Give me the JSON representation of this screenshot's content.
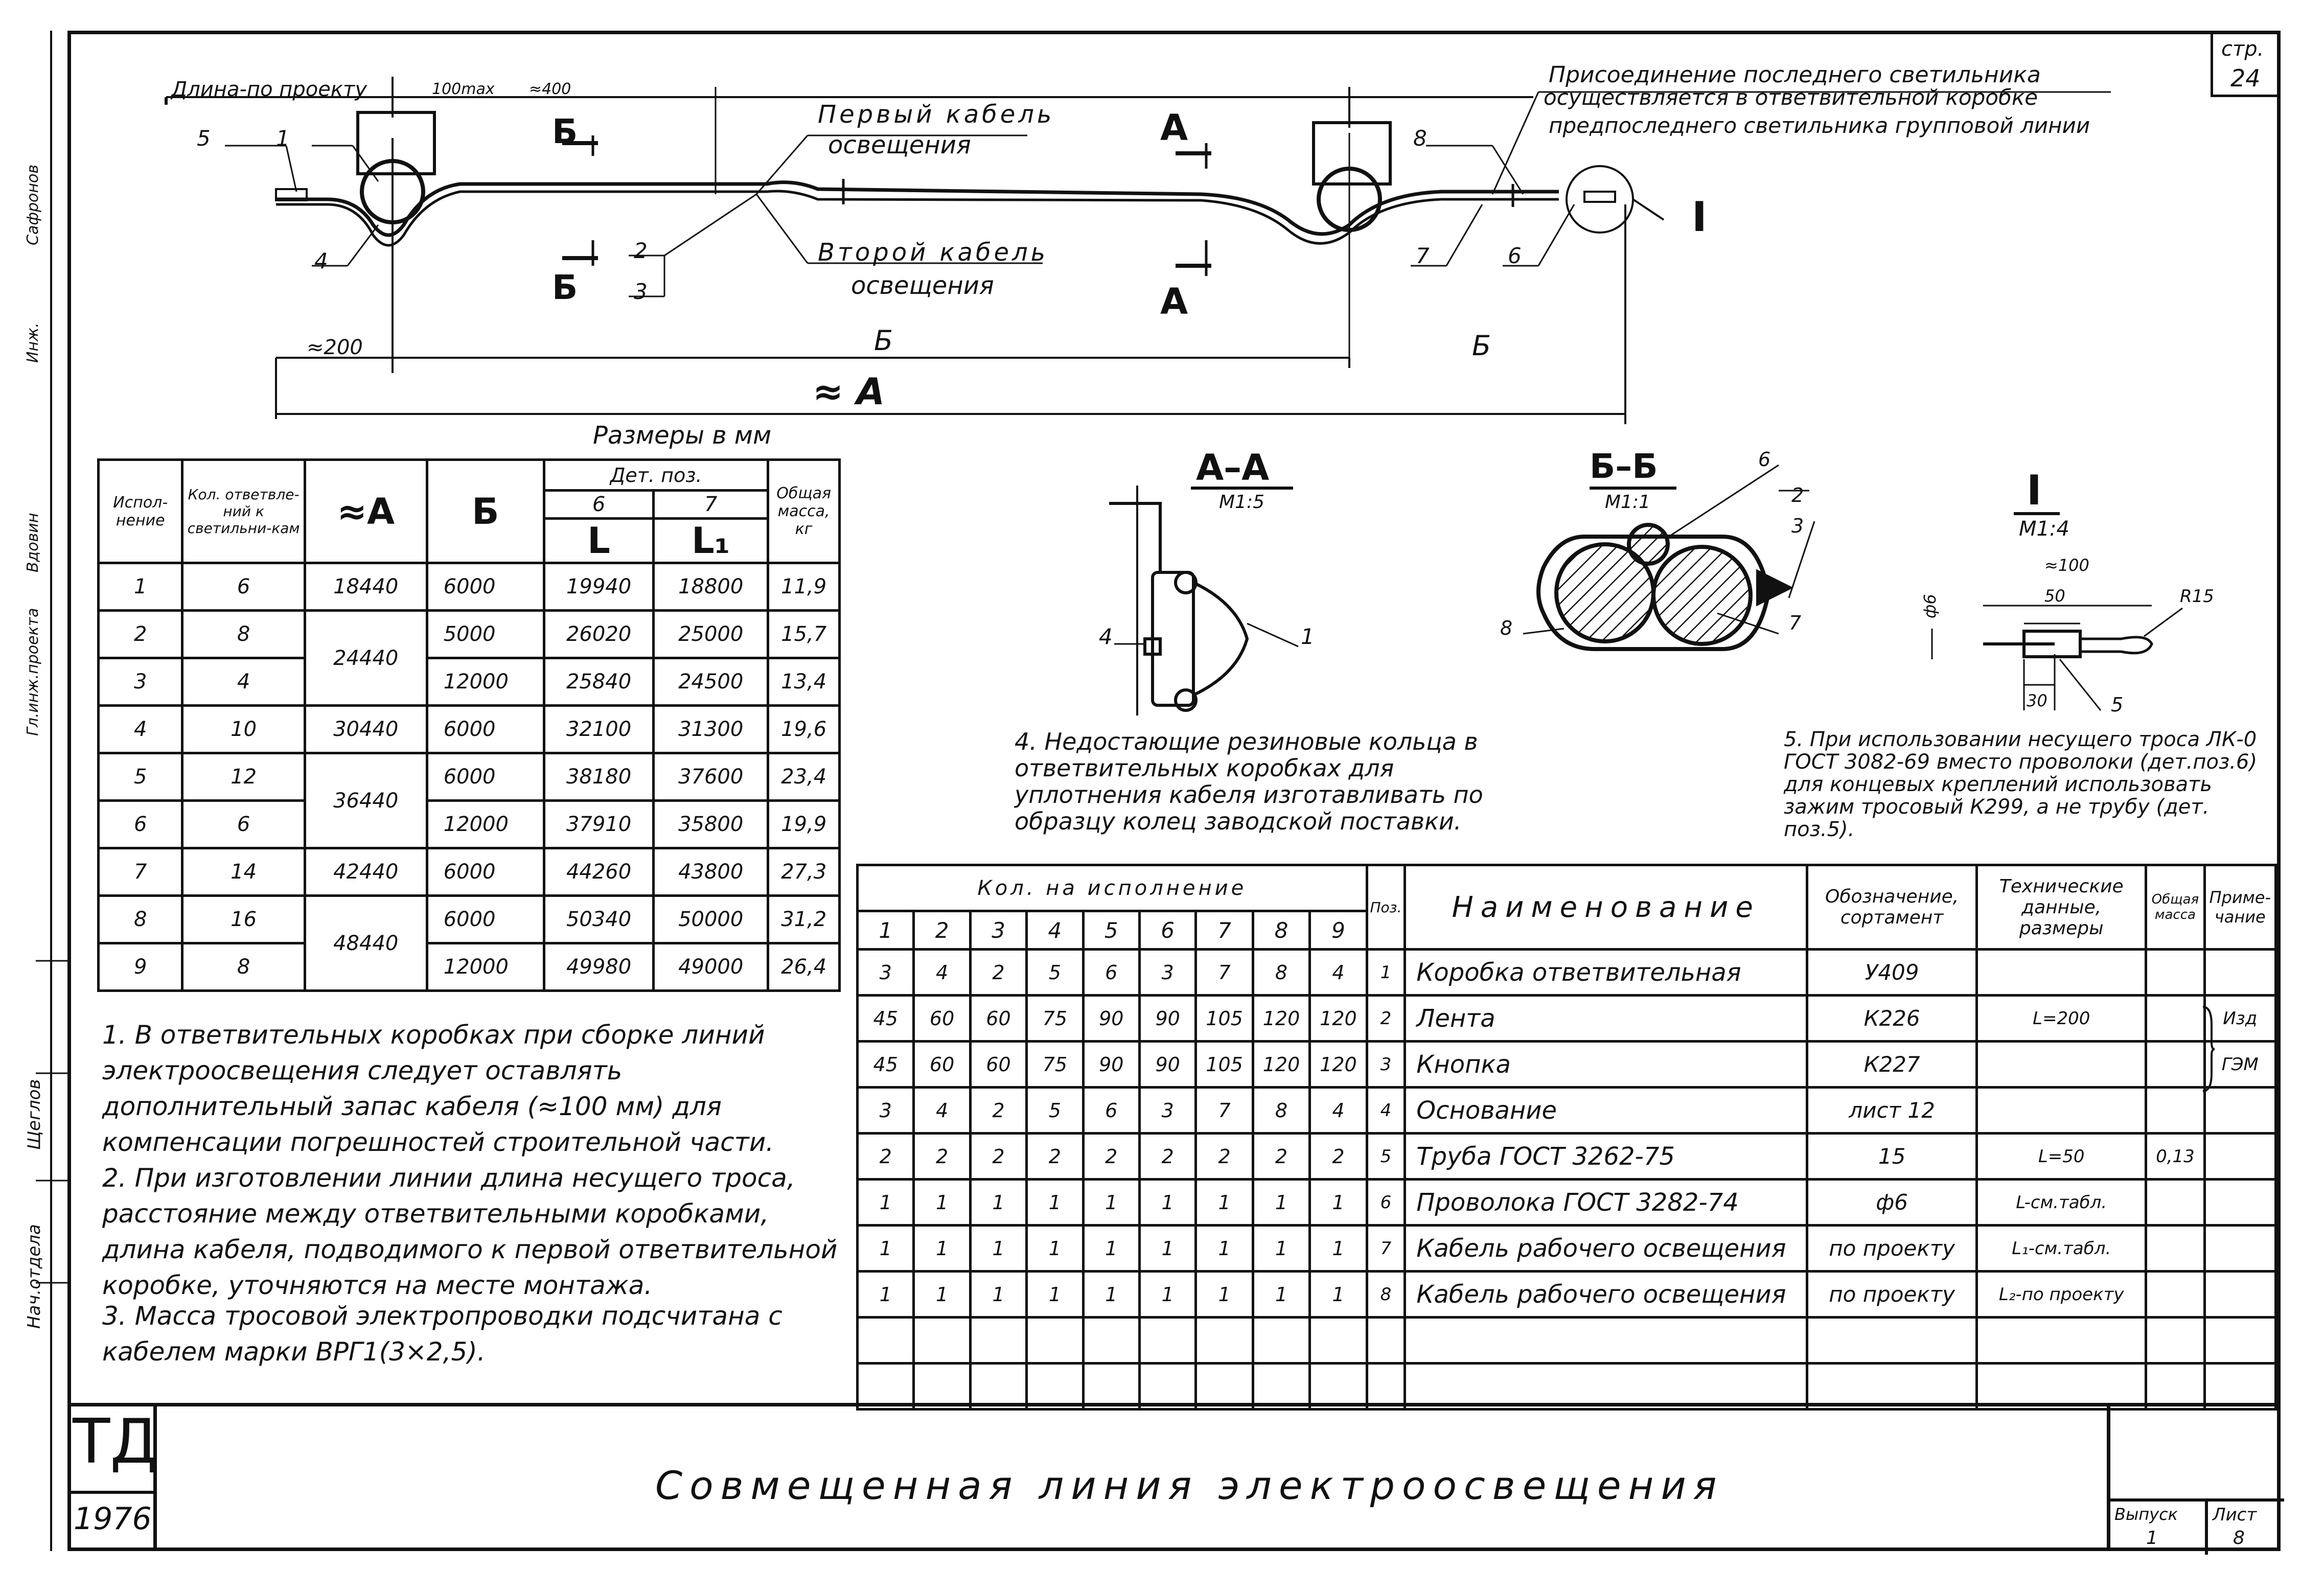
{
  "sheet": {
    "page_label": "стр.",
    "page_number": "24",
    "title": "Совмещенная линия электроосвещения",
    "series": "ТД",
    "year": "1976",
    "issue_label": "Выпуск",
    "issue_value": "1",
    "sheet_label": "Лист",
    "sheet_value": "8",
    "stamp_fields": [
      "Нач.отдела",
      "Щеглов",
      "Гл.инж.проекта",
      "Вдовин",
      "Инж.",
      "Сафронов"
    ]
  },
  "plan": {
    "len_by_project": "Длина-по проекту",
    "dim_100max": "100max",
    "dim_400": "≈400",
    "dim_200": "≈200",
    "dim_B": "Б",
    "dim_A": "≈ A",
    "first_cable_1": "Первый кабель",
    "first_cable_2": "освещения",
    "second_cable_1": "Второй кабель",
    "second_cable_2": "освещения",
    "conn_1": "Присоединение последнего светильника",
    "conn_2": "осуществляется в ответвительной коробке",
    "conn_3": "предпоследнего светильника групповой линии",
    "sec_A": "А",
    "sec_B": "Б",
    "node_I": "I",
    "callouts": [
      "5",
      "1",
      "4",
      "2",
      "3",
      "8",
      "7",
      "6"
    ]
  },
  "sections": {
    "AA_title": "А–А",
    "AA_scale": "М1:5",
    "BB_title": "Б–Б",
    "BB_scale": "М1:1",
    "I_title": "I",
    "I_scale": "М1:4",
    "aa_4": "4",
    "aa_1": "1",
    "bb_6": "6",
    "bb_2": "2",
    "bb_3": "3",
    "bb_8": "8",
    "bb_7": "7",
    "i_100": "≈100",
    "i_50": "50",
    "i_r15": "R15",
    "i_phi6": "ф6",
    "i_30": "30",
    "i_5": "5"
  },
  "dims_table": {
    "caption": "Размеры в мм",
    "h_var": "Испол-нение",
    "h_count": "Кол. ответвле-ний к светильни-кам",
    "h_A": "≈A",
    "h_B": "Б",
    "h_parts": "Дет. поз.",
    "h_6": "6",
    "h_7": "7",
    "h_L": "L",
    "h_L1": "L₁",
    "h_mass": "Общая масса, кг",
    "rows": [
      [
        "1",
        "6",
        "18440",
        "6000",
        "19940",
        "18800",
        "11,9"
      ],
      [
        "2",
        "8",
        "24440",
        "5000",
        "26020",
        "25000",
        "15,7"
      ],
      [
        "3",
        "4",
        "",
        "12000",
        "25840",
        "24500",
        "13,4"
      ],
      [
        "4",
        "10",
        "30440",
        "6000",
        "32100",
        "31300",
        "19,6"
      ],
      [
        "5",
        "12",
        "36440",
        "6000",
        "38180",
        "37600",
        "23,4"
      ],
      [
        "6",
        "6",
        "",
        "12000",
        "37910",
        "35800",
        "19,9"
      ],
      [
        "7",
        "14",
        "42440",
        "6000",
        "44260",
        "43800",
        "27,3"
      ],
      [
        "8",
        "16",
        "48440",
        "6000",
        "50340",
        "50000",
        "31,2"
      ],
      [
        "9",
        "8",
        "",
        "12000",
        "49980",
        "49000",
        "26,4"
      ]
    ]
  },
  "notes": {
    "n1": "1. В ответвительных коробках при сборке линий электроосвещения следует оставлять дополнительный запас кабеля (≈100 мм) для компенсации погрешностей строительной части.",
    "n2": "2. При изготовлении линии длина несущего троса, расстояние между ответвительными коробками, длина кабеля, подводимого к первой ответвительной коробке, уточняются на месте монтажа.",
    "n3": "3. Масса тросовой электропроводки подсчитана с кабелем марки ВРГ1(3×2,5).",
    "n4": "4. Недостающие резиновые кольца в ответвительных коробках для уплотнения кабеля изготавливать по образцу колец заводской поставки.",
    "n5": "5. При использовании несущего троса ЛК-0 ГОСТ 3082-69 вместо проволоки (дет.поз.6) для концевых креплений использовать зажим тросовый К299, а не трубу (дет. поз.5)."
  },
  "spec": {
    "h_count": "Кол. на исполнение",
    "h_var_numbers": [
      "1",
      "2",
      "3",
      "4",
      "5",
      "6",
      "7",
      "8",
      "9"
    ],
    "h_pos": "Поз.",
    "h_name": "Наименование",
    "h_desig": "Обозначение, сортамент",
    "h_tech": "Технические данные, размеры",
    "h_mass": "Общая масса",
    "h_note": "Приме-чание",
    "rows": [
      {
        "q": [
          "3",
          "4",
          "2",
          "5",
          "6",
          "3",
          "7",
          "8",
          "4"
        ],
        "pos": "1",
        "name": "Коробка ответвительная",
        "desig": "У409",
        "tech": "",
        "mass": "",
        "note": ""
      },
      {
        "q": [
          "45",
          "60",
          "60",
          "75",
          "90",
          "90",
          "105",
          "120",
          "120"
        ],
        "pos": "2",
        "name": "Лента",
        "desig": "К226",
        "tech": "L=200",
        "mass": "",
        "note": "Изд"
      },
      {
        "q": [
          "45",
          "60",
          "60",
          "75",
          "90",
          "90",
          "105",
          "120",
          "120"
        ],
        "pos": "3",
        "name": "Кнопка",
        "desig": "К227",
        "tech": "",
        "mass": "",
        "note": "ГЭМ"
      },
      {
        "q": [
          "3",
          "4",
          "2",
          "5",
          "6",
          "3",
          "7",
          "8",
          "4"
        ],
        "pos": "4",
        "name": "Основание",
        "desig": "лист 12",
        "tech": "",
        "mass": "",
        "note": ""
      },
      {
        "q": [
          "2",
          "2",
          "2",
          "2",
          "2",
          "2",
          "2",
          "2",
          "2"
        ],
        "pos": "5",
        "name": "Труба ГОСТ 3262-75",
        "desig": "15",
        "tech": "L=50",
        "mass": "0,13",
        "note": ""
      },
      {
        "q": [
          "1",
          "1",
          "1",
          "1",
          "1",
          "1",
          "1",
          "1",
          "1"
        ],
        "pos": "6",
        "name": "Проволока ГОСТ 3282-74",
        "desig": "ф6",
        "tech": "L-см.табл.",
        "mass": "",
        "note": ""
      },
      {
        "q": [
          "1",
          "1",
          "1",
          "1",
          "1",
          "1",
          "1",
          "1",
          "1"
        ],
        "pos": "7",
        "name": "Кабель рабочего освещения",
        "desig": "по проекту",
        "tech": "L₁-см.табл.",
        "mass": "",
        "note": ""
      },
      {
        "q": [
          "1",
          "1",
          "1",
          "1",
          "1",
          "1",
          "1",
          "1",
          "1"
        ],
        "pos": "8",
        "name": "Кабель рабочего освещения",
        "desig": "по проекту",
        "tech": "L₂-по проекту",
        "mass": "",
        "note": ""
      }
    ]
  }
}
